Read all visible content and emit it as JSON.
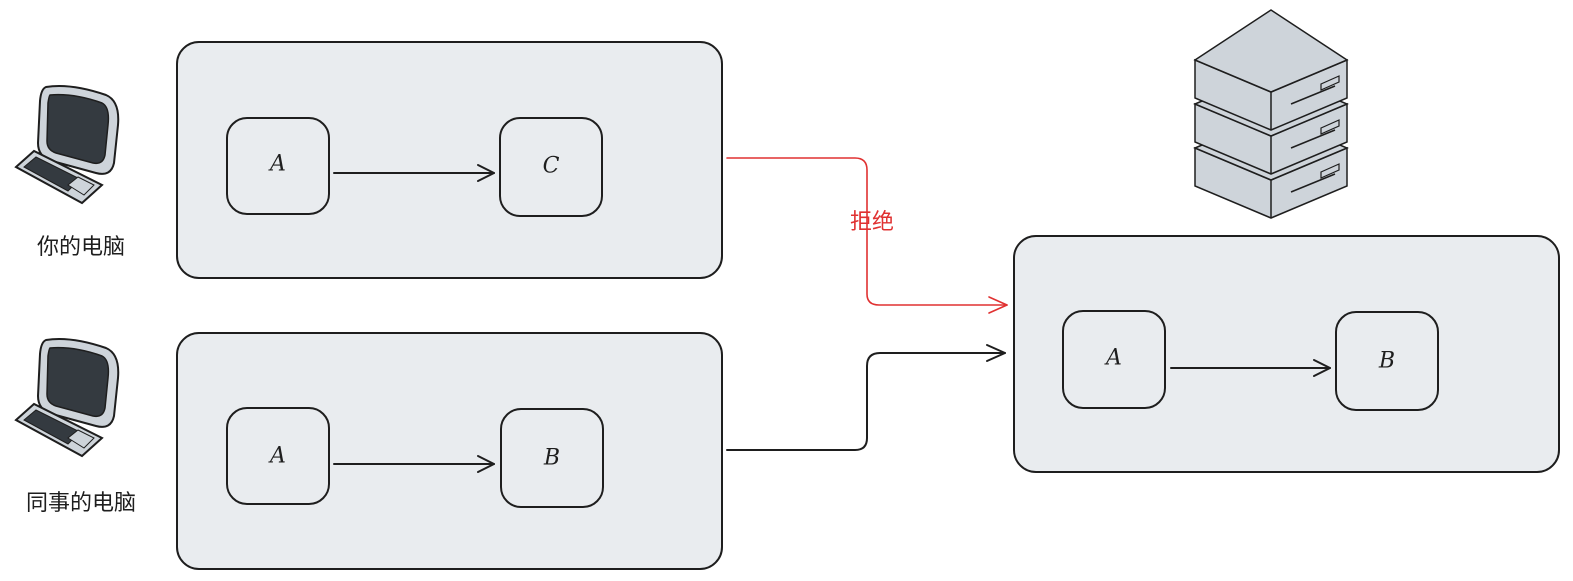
{
  "colors": {
    "stroke": "#1e1e1e",
    "fill": "#e9ecef",
    "reject": "#e03131",
    "monitor_dark": "#343a40",
    "server_fill": "#ced4da"
  },
  "left_top": {
    "caption": "你的电脑",
    "node_a": "A",
    "node_b": "C",
    "icon": "computer-icon"
  },
  "left_bottom": {
    "caption": "同事的电脑",
    "node_a": "A",
    "node_b": "B",
    "icon": "computer-icon"
  },
  "remote": {
    "node_a": "A",
    "node_b": "B",
    "icon": "server-icon"
  },
  "edges": {
    "reject_label": "拒绝"
  }
}
